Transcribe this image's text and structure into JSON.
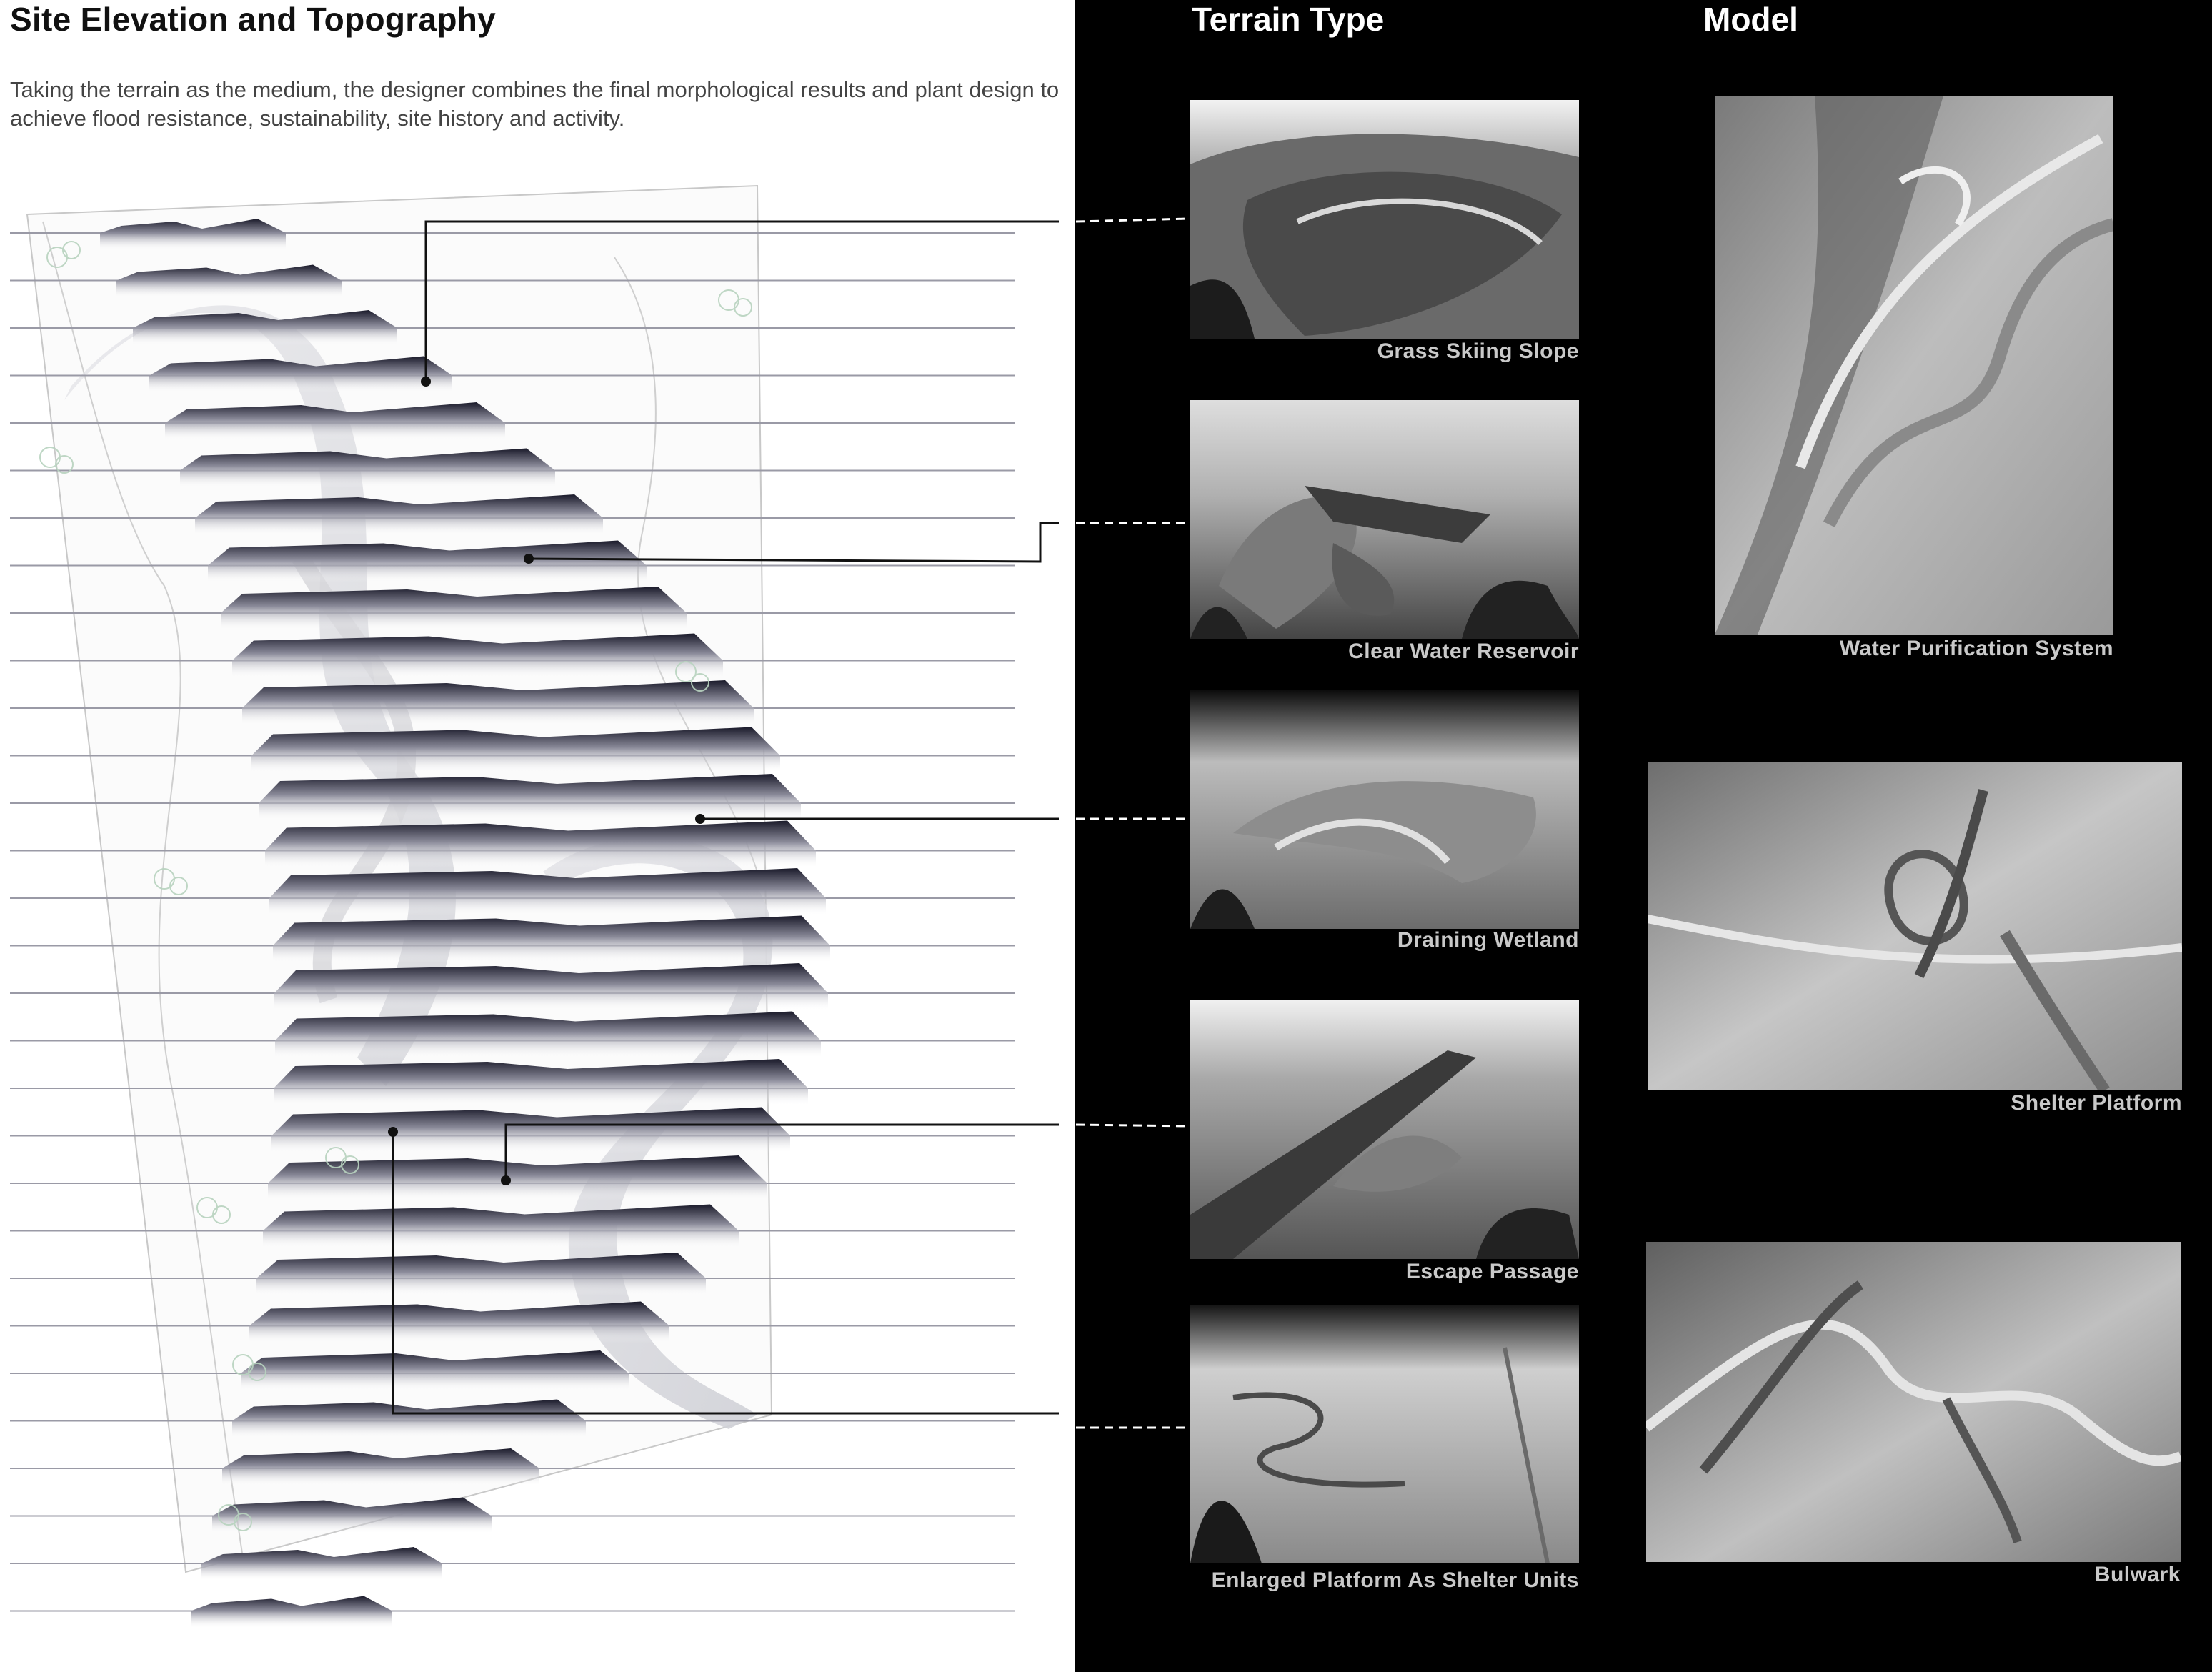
{
  "left": {
    "title": "Site Elevation and Topography",
    "description": "Taking the terrain as the medium, the designer combines the final morphological results and plant design  to achieve flood resistance, sustainability, site history and activity."
  },
  "right": {
    "terrain_title": "Terrain Type",
    "model_title": "Model",
    "terrain_types": [
      {
        "caption": "Grass Skiing Slope"
      },
      {
        "caption": "Clear Water Reservoir"
      },
      {
        "caption": "Draining Wetland"
      },
      {
        "caption": "Escape Passage"
      },
      {
        "caption": "Enlarged Platform As Shelter Units"
      }
    ],
    "models": [
      {
        "caption": "Water Purification System"
      },
      {
        "caption": "Shelter  Platform"
      },
      {
        "caption": "Bulwark"
      }
    ]
  }
}
